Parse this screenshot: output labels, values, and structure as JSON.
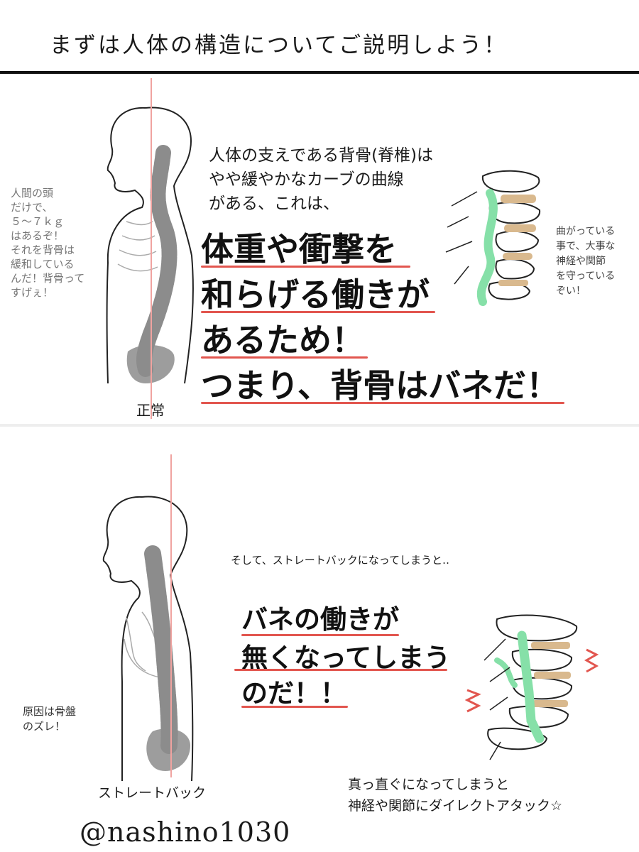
{
  "header": {
    "title": "まずは人体の構造についてご説明しよう！"
  },
  "panel_normal": {
    "label": "正常",
    "side_note": [
      "人間の頭",
      "だけで、",
      "５〜７ｋｇ",
      "はあるぞ！",
      "それを背骨は",
      "緩和している",
      "んだ！背骨って",
      "すげぇ！"
    ],
    "intro": [
      "人体の支えである背骨(脊椎)は",
      "やや緩やかなカーブの曲線",
      "がある、これは、"
    ],
    "emphasis": [
      "体重や衝撃を",
      "和らげる働きが",
      "あるため！",
      "つまり、背骨はバネだ！"
    ],
    "right_note": [
      "曲がっている",
      "事で、大事な",
      "神経や関節",
      "を守っている",
      "ぞい！"
    ]
  },
  "panel_straight": {
    "label": "ストレートバック",
    "intro": "そして、ストレートバックになってしまうと‥",
    "emphasis": [
      "バネの働きが",
      "無くなってしまう",
      "のだ！！"
    ],
    "side_note": [
      "原因は骨盤",
      "のズレ！"
    ],
    "bottom_note": [
      "真っ直ぐになってしまうと",
      "神経や関節にダイレクトアタック☆"
    ]
  },
  "signature": "@nashino1030",
  "colors": {
    "accent": "#e2564f",
    "disc": "#d9b98e",
    "nerve": "#86e0a8",
    "spine": "#8c8c8c",
    "guide": "#f0a3a0"
  }
}
